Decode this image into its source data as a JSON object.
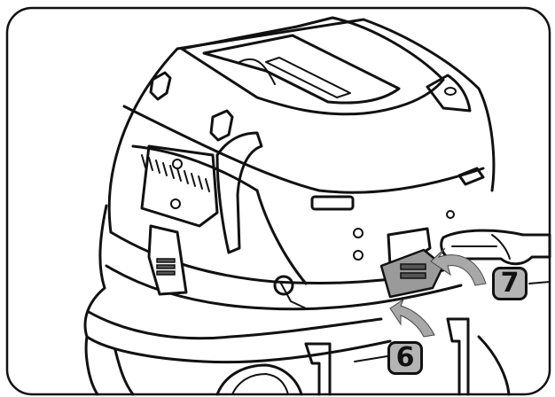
{
  "figure": {
    "description": "Vacuum cleaner line illustration showing filter cassette removal steps",
    "frame_color": "#111111",
    "background": "#ffffff"
  },
  "callouts": [
    {
      "label": "6",
      "fill": "#b4b4b4"
    },
    {
      "label": "7",
      "fill": "#b4b4b4"
    }
  ]
}
